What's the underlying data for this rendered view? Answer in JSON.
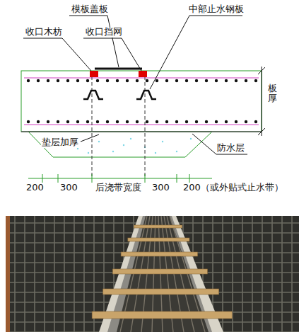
{
  "diagram": {
    "labels": [
      "模板盖板",
      "中部止水钢板",
      "收口木枋",
      "收口挡网",
      "板厚",
      "垫层加厚",
      "防水层",
      "200",
      "300",
      "后浇带宽度",
      "300",
      "200（或外贴式止水带）"
    ]
  }
}
